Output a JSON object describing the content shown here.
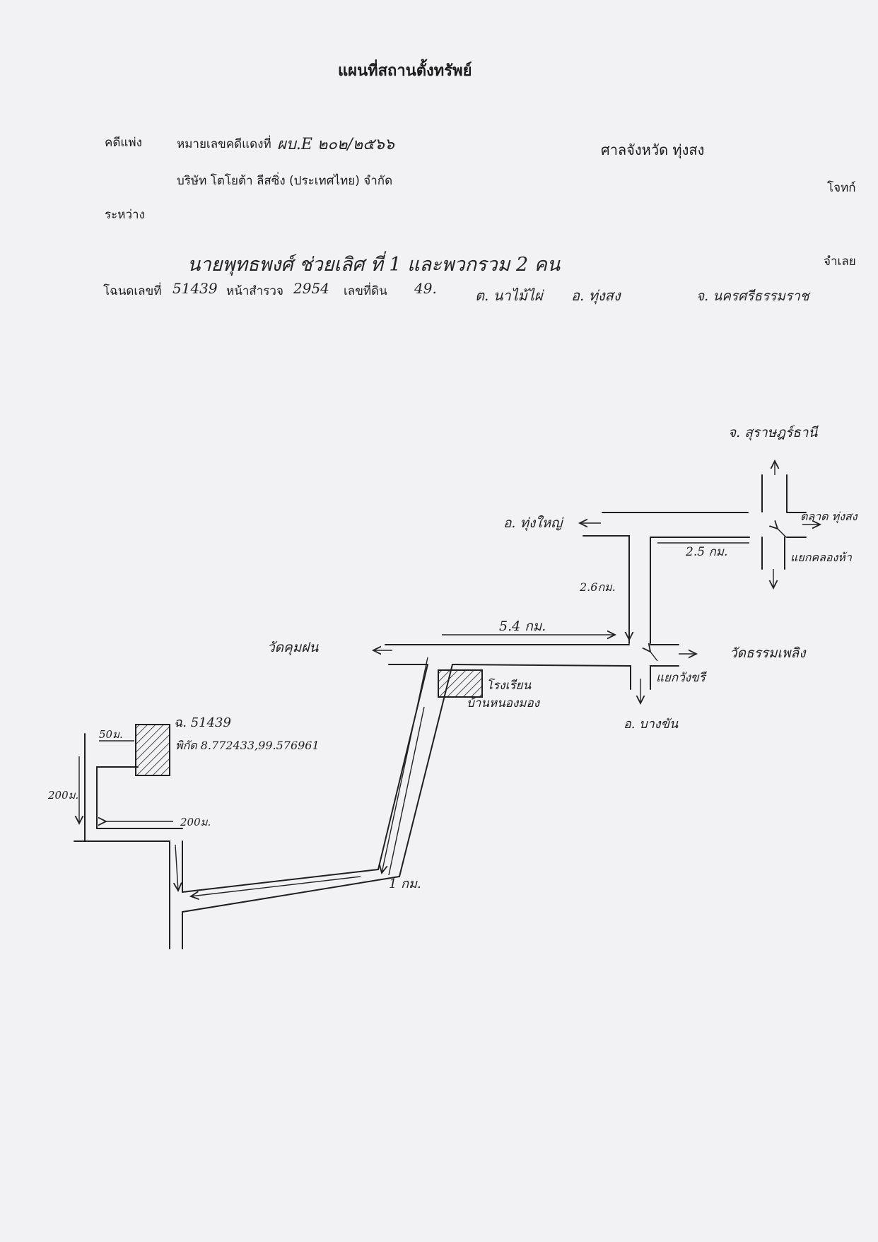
{
  "doc": {
    "title": "แผนที่สถานตั้งทรัพย์",
    "case_type": "คดีแพ่ง",
    "case_no_label": "หมายเลขคดีแดงที่",
    "case_no_value": "ผบ.E ๒๐๒/๒๕๖๖",
    "court": "ศาลจังหวัด ทุ่งสง",
    "plaintiff": "บริษัท โตโยต้า ลีสซิ่ง (ประเทศไทย) จำกัด",
    "plaintiff_role": "โจทก์",
    "between": "ระหว่าง",
    "defendant": "นายพุทธพงศ์ ช่วยเลิศ ที่ 1 และพวกรวม 2 คน",
    "defendant_role": "จำเลย",
    "deed_label": "โฉนดเลขที่",
    "deed_value": "51439",
    "survey_label": "หน้าสำรวจ",
    "survey_value": "2954",
    "land_label": "เลขที่ดิน",
    "land_value": "49.",
    "subdistrict": "ต. นาไม้ไผ่",
    "district": "อ. ทุ่งสง",
    "province": "จ. นครศรีธรรมราช"
  },
  "map": {
    "to_surat": "จ. สุราษฎร์ธานี",
    "to_thung_yai": "อ. ทุ่งใหญ่",
    "to_thung_song": "ตลาด ทุ่งสง",
    "intersection_1": "แยกคลองห้า",
    "dist_25": "2.5 กม.",
    "dist_26": "2.6กม.",
    "dist_54": "5.4 กม.",
    "wat_left": "วัดคุมฝน",
    "wat_right": "วัดธรรมเพลิง",
    "school_1": "โรงเรียน",
    "school_2": "บ้านหนองมอง",
    "intersection_2": "แยกวังขรี",
    "to_bang_khan": "อ. บางขัน",
    "plot_deed": "ฉ. 51439",
    "plot_coords": "พิกัด 8.772433,99.576961",
    "dist_50m": "50ม.",
    "dist_200m_v": "200ม.",
    "dist_200m_h": "200ม.",
    "dist_1km": "1 กม."
  }
}
